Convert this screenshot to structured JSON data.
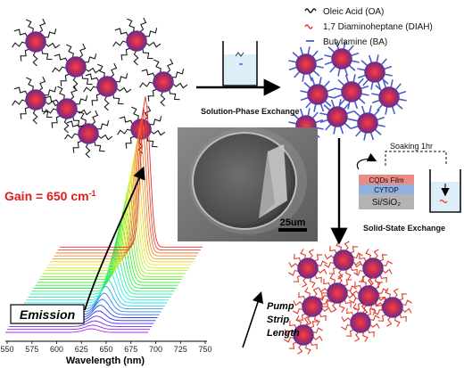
{
  "legend": {
    "items": [
      {
        "label": "Oleic Acid (OA)",
        "symbol": "wavy-black"
      },
      {
        "label": "1,7 Diaminoheptane (DIAH)",
        "symbol": "wavy-red"
      },
      {
        "label": "Butylamine (BA)",
        "symbol": "dash-blue"
      }
    ]
  },
  "steps": {
    "solution": "Solution-Phase Exchange",
    "solid": "Solid-State Exchange",
    "soaking": "Soaking 1hr"
  },
  "film_stack": {
    "layers": [
      "CQDs Film",
      "CYTOP",
      "Si/SiO₂"
    ],
    "colors": [
      "#e98d84",
      "#8fb0e0",
      "#b3b3b3"
    ]
  },
  "sem": {
    "scale_bar": "25um"
  },
  "gain": {
    "text": "Gain = 650 cm",
    "sup": "-1",
    "color": "#e01b1b"
  },
  "spectrum": {
    "emission_label": "Emission",
    "pump_label": [
      "Pump",
      "Strip",
      "Length"
    ],
    "x_ticks": [
      "550",
      "575",
      "600",
      "625",
      "650",
      "675",
      "700",
      "725",
      "750"
    ],
    "xlabel": "Wavelength (nm)"
  },
  "colors": {
    "qd_core": "#e0313a",
    "qd_shell": "#6b2f8c",
    "oa_ligand": "#1a1a1a",
    "diah_ligand": "#e03a2a",
    "ba_ligand": "#4a5bd0"
  }
}
